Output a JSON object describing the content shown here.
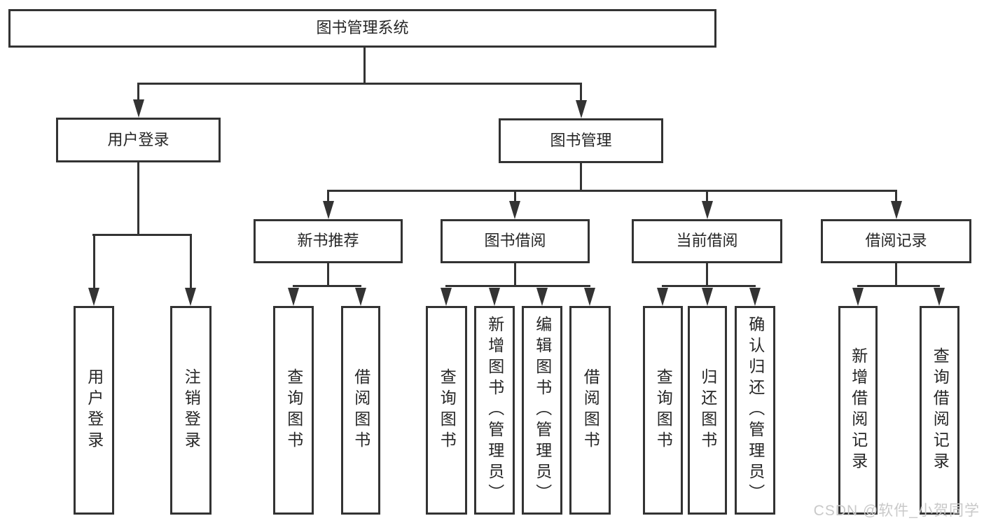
{
  "diagram": {
    "root": "图书管理系统",
    "branches": [
      {
        "label": "用户登录",
        "children": [
          "用户登录",
          "注销登录"
        ]
      },
      {
        "label": "图书管理",
        "children": [
          {
            "label": "新书推荐",
            "children": [
              "查询图书",
              "借阅图书"
            ]
          },
          {
            "label": "图书借阅",
            "children": [
              "查询图书",
              "新增图书（管理员）",
              "编辑图书（管理员）",
              "借阅图书"
            ]
          },
          {
            "label": "当前借阅",
            "children": [
              "查询图书",
              "归还图书",
              "确认归还（管理员）"
            ]
          },
          {
            "label": "借阅记录",
            "children": [
              "新增借阅记录",
              "查询借阅记录"
            ]
          }
        ]
      }
    ],
    "watermark": "CSDN @软件_小贺同学",
    "colors": {
      "border": "#333333",
      "text": "#262626",
      "background": "#ffffff",
      "watermark": "#c9c9c9"
    }
  }
}
